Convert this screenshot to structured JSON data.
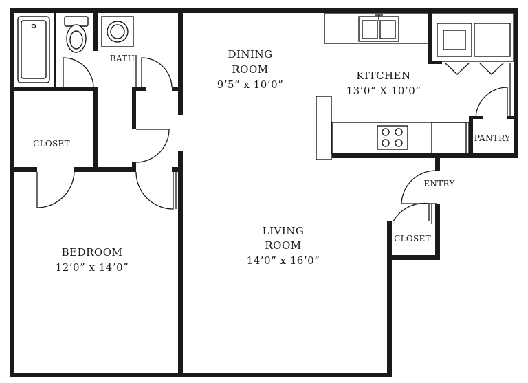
{
  "rooms": {
    "dining": {
      "name_line1": "DINING",
      "name_line2": "ROOM",
      "dims": "9’5” x 10’0”"
    },
    "kitchen": {
      "name": "KITCHEN",
      "dims": "13’0” X 10’0”"
    },
    "living": {
      "name_line1": "LIVING",
      "name_line2": "ROOM",
      "dims": "14’0” x 16’0”"
    },
    "bedroom": {
      "name": "BEDROOM",
      "dims": "12’0” x 14’0”"
    },
    "bath": {
      "name": "BATH"
    },
    "bedroom_closet": {
      "name": "CLOSET"
    },
    "entry_closet": {
      "name": "CLOSET"
    },
    "pantry": {
      "name": "PANTRY"
    },
    "entry": {
      "name": "ENTRY"
    }
  },
  "colors": {
    "wall": "#1a1a1a",
    "background": "#ffffff"
  },
  "icons": [
    "bathtub-icon",
    "toilet-icon",
    "washer-icon",
    "sink-icon",
    "stove-icon",
    "dishwasher-icon",
    "appliance-icon"
  ]
}
